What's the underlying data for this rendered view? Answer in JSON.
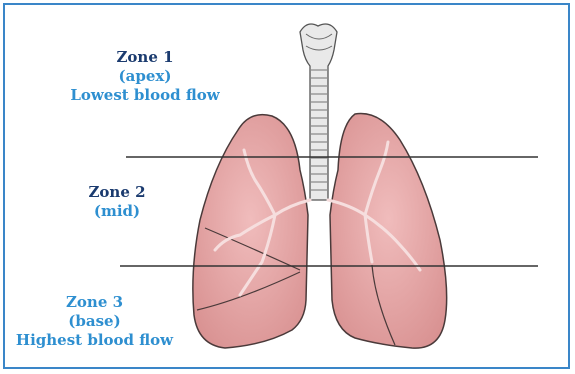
{
  "zones": [
    {
      "title": "Zone 1",
      "position": "(apex)",
      "flow": "Lowest blood flow"
    },
    {
      "title": "Zone 2",
      "position": "(mid)",
      "flow": ""
    },
    {
      "title": "Zone 3",
      "position": "(base)",
      "flow": "Highest blood flow"
    }
  ],
  "colors": {
    "frame": "#3a86c8",
    "zone_title": "#1b3b6f",
    "zone_subtitle": "#2e8fd0",
    "lung_fill": "#e4a7a7",
    "trachea_fill": "#e9e9e9",
    "divider": "#333333"
  }
}
